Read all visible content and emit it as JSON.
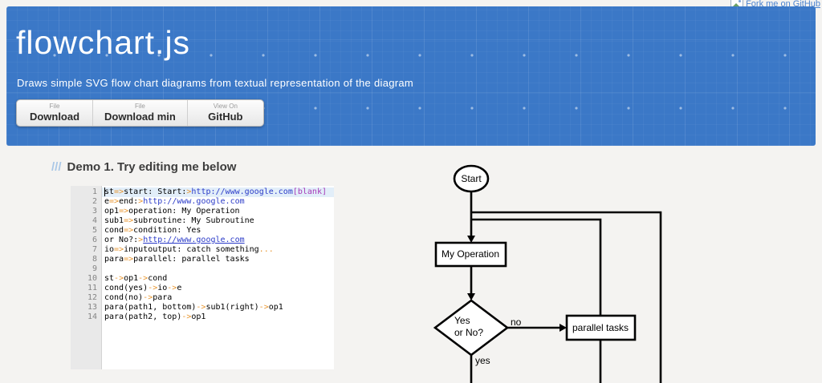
{
  "fork_banner": {
    "label": "Fork me on GitHub"
  },
  "header": {
    "title": "flowchart.js",
    "subtitle": "Draws simple SVG flow chart diagrams from textual representation of the diagram",
    "background": "#3b78c7",
    "buttons": [
      {
        "eyebrow": "File",
        "label": "Download"
      },
      {
        "eyebrow": "File",
        "label": "Download min"
      },
      {
        "eyebrow": "View On",
        "label": "GitHub"
      }
    ]
  },
  "demo": {
    "heading_slashes": "///",
    "heading": "Demo 1. Try editing me below"
  },
  "editor": {
    "active_line": 1,
    "token_colors": {
      "operator": "#e8962f",
      "url": "#2b3bc8",
      "bracket": "#a73ab8",
      "plain": "#000000"
    },
    "lines": [
      [
        [
          "st",
          "p"
        ],
        [
          "=>",
          "o"
        ],
        [
          "start: Start:",
          "p"
        ],
        [
          ">",
          "o"
        ],
        [
          "http://www.google.com",
          "u"
        ],
        [
          "[blank]",
          "b"
        ]
      ],
      [
        [
          "e",
          "p"
        ],
        [
          "=>",
          "o"
        ],
        [
          "end:",
          "p"
        ],
        [
          ">",
          "o"
        ],
        [
          "http://www.google.com",
          "u"
        ]
      ],
      [
        [
          "op1",
          "p"
        ],
        [
          "=>",
          "o"
        ],
        [
          "operation: My Operation",
          "p"
        ]
      ],
      [
        [
          "sub1",
          "p"
        ],
        [
          "=>",
          "o"
        ],
        [
          "subroutine: My Subroutine",
          "p"
        ]
      ],
      [
        [
          "cond",
          "p"
        ],
        [
          "=>",
          "o"
        ],
        [
          "condition: Yes",
          "p"
        ]
      ],
      [
        [
          "or No?:",
          "p"
        ],
        [
          ">",
          "o"
        ],
        [
          "http://www.google.com",
          "uu"
        ]
      ],
      [
        [
          "io",
          "p"
        ],
        [
          "=>",
          "o"
        ],
        [
          "inputoutput: catch something",
          "p"
        ],
        [
          "...",
          "o"
        ]
      ],
      [
        [
          "para",
          "p"
        ],
        [
          "=>",
          "o"
        ],
        [
          "parallel: parallel tasks",
          "p"
        ]
      ],
      [],
      [
        [
          "st",
          "p"
        ],
        [
          "->",
          "o"
        ],
        [
          "op1",
          "p"
        ],
        [
          "->",
          "o"
        ],
        [
          "cond",
          "p"
        ]
      ],
      [
        [
          "cond(yes)",
          "p"
        ],
        [
          "->",
          "o"
        ],
        [
          "io",
          "p"
        ],
        [
          "->",
          "o"
        ],
        [
          "e",
          "p"
        ]
      ],
      [
        [
          "cond(no)",
          "p"
        ],
        [
          "->",
          "o"
        ],
        [
          "para",
          "p"
        ]
      ],
      [
        [
          "para(path1, bottom)",
          "p"
        ],
        [
          "->",
          "o"
        ],
        [
          "sub1(right)",
          "p"
        ],
        [
          "->",
          "o"
        ],
        [
          "op1",
          "p"
        ]
      ],
      [
        [
          "para(path2, top)",
          "p"
        ],
        [
          "->",
          "o"
        ],
        [
          "op1",
          "p"
        ]
      ]
    ]
  },
  "flowchart": {
    "nodes": {
      "start": "Start",
      "operation": "My Operation",
      "condition_line1": "Yes",
      "condition_line2": "or No?",
      "parallel": "parallel tasks"
    },
    "edge_labels": {
      "no": "no",
      "yes": "yes"
    }
  }
}
